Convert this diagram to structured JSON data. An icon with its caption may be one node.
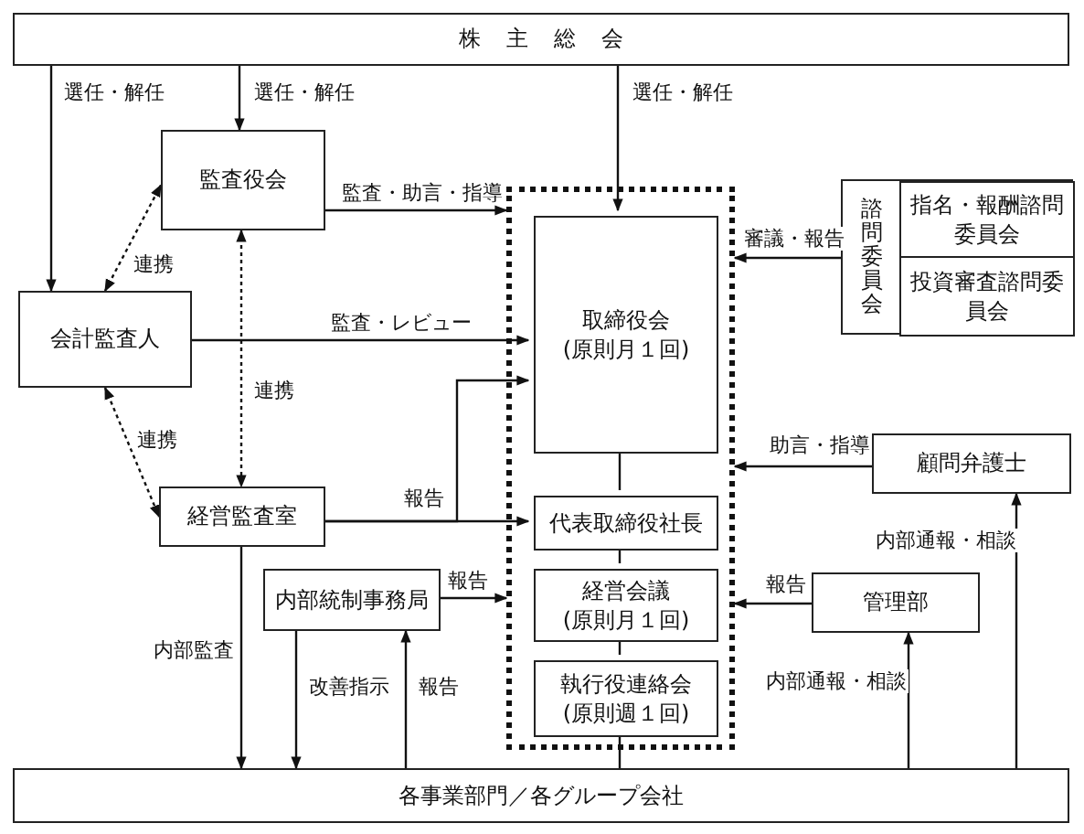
{
  "diagram": {
    "nodes": [
      {
        "text": [
          "株主総会"
        ]
      },
      {
        "text": [
          "監査役会"
        ]
      },
      {
        "text": [],
        "shape": "box"
      },
      {
        "text": [
          "取締役会 (原則月１回)"
        ],
        "in": 2
      },
      {
        "text": [
          "諮問委員会"
        ]
      },
      {
        "text": [
          "指名・報酬諮問委員会"
        ],
        "in": 4
      },
      {
        "text": [
          "投資審査諮問委員会"
        ],
        "in": 4
      },
      {
        "text": [
          "会計監査人"
        ]
      },
      {
        "text": [
          "顧問弁護士"
        ]
      },
      {
        "text": [
          "代表取締役社長"
        ],
        "in": 2
      },
      {
        "text": [
          "経営監査室"
        ]
      },
      {
        "text": [
          "内部統制事務局"
        ]
      },
      {
        "text": [
          "経営会議 (原則月１回)"
        ],
        "in": 2
      },
      {
        "text": [
          "管理部"
        ]
      },
      {
        "text": [
          "執行役連絡会 (原則週１回)"
        ],
        "in": 2
      },
      {
        "text": [
          "各事業部門／各グループ会社"
        ]
      }
    ],
    "edges": [
      {
        "from": 0,
        "to": 7,
        "arrow": "to",
        "label": "選任・解任"
      },
      {
        "from": 0,
        "to": 1,
        "arrow": "to",
        "label": "選任・解任"
      },
      {
        "from": 0,
        "to": 3,
        "arrow": "to",
        "label": "選任・解任"
      },
      {
        "from": 1,
        "to": 2,
        "arrow": "to",
        "label": "監査・助言・指導"
      },
      {
        "from": 7,
        "to": 1,
        "arrow": "both",
        "label": "連携",
        "style": "dashed"
      },
      {
        "from": 1,
        "to": 10,
        "arrow": "both",
        "label": "連携",
        "style": "dashed"
      },
      {
        "from": 7,
        "to": 10,
        "arrow": "both",
        "label": "連携",
        "style": "dashed"
      },
      {
        "from": 7,
        "to": 3,
        "arrow": "to",
        "label": "監査・レビュー"
      },
      {
        "from": 10,
        "to": 9,
        "arrow": "to",
        "label": "報告"
      },
      {
        "from": 10,
        "to": 3,
        "arrow": "to"
      },
      {
        "from": 11,
        "to": 2,
        "arrow": "to",
        "label": "報告"
      },
      {
        "from": 10,
        "to": 15,
        "arrow": "to",
        "label": "内部監査"
      },
      {
        "from": 11,
        "to": 15,
        "arrow": "to",
        "label": "改善指示"
      },
      {
        "from": 15,
        "to": 11,
        "arrow": "to",
        "label": "報告"
      },
      {
        "from": 4,
        "to": 2,
        "arrow": "to",
        "label": "審議・報告"
      },
      {
        "from": 8,
        "to": 2,
        "arrow": "to",
        "label": "助言・指導"
      },
      {
        "from": 13,
        "to": 2,
        "arrow": "to",
        "label": "報告"
      },
      {
        "from": 15,
        "to": 13,
        "arrow": "to",
        "label": "内部通報・相談"
      },
      {
        "from": 15,
        "to": 8,
        "arrow": "to",
        "label": "内部通報・相談"
      },
      {
        "from": 3,
        "to": 9,
        "arrow": "none"
      },
      {
        "from": 9,
        "to": 12,
        "arrow": "none"
      },
      {
        "from": 12,
        "to": 14,
        "arrow": "none"
      },
      {
        "from": 14,
        "to": 15,
        "arrow": "none"
      }
    ]
  }
}
